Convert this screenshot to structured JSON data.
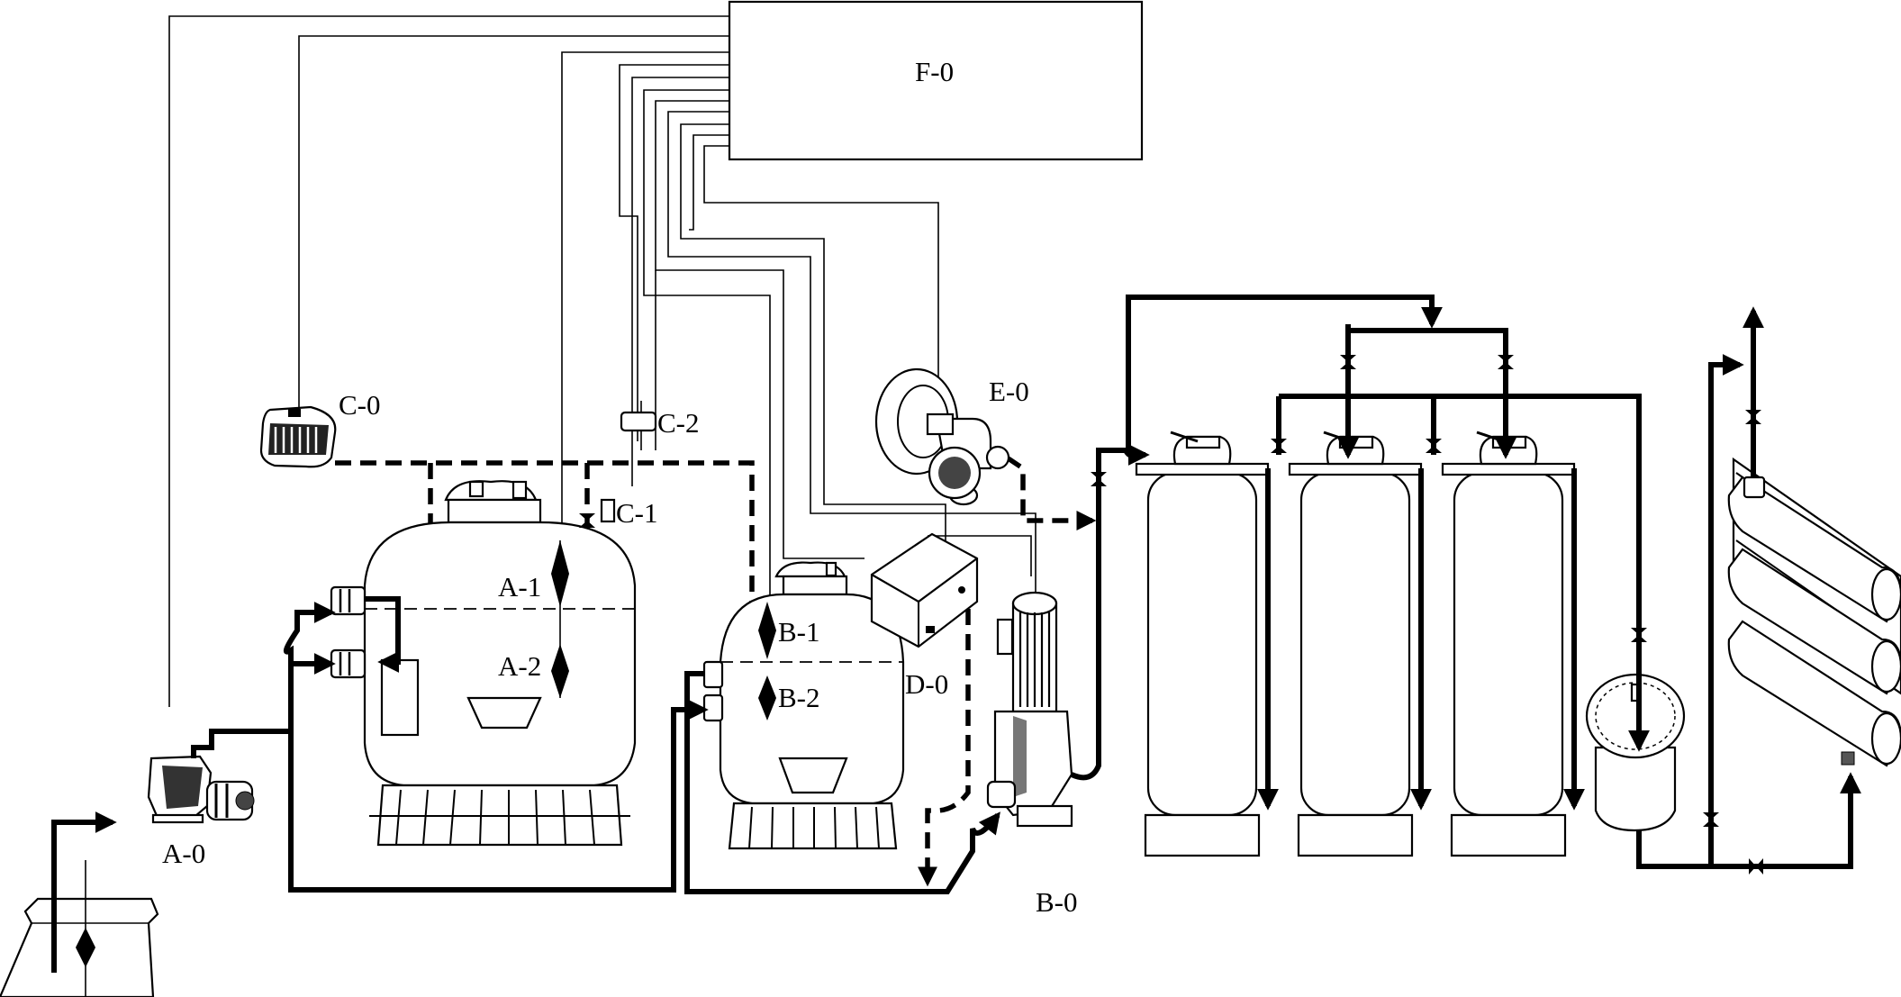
{
  "labels": {
    "controller": "F-0",
    "feed_pump": "A-0",
    "sensor_a1": "A-1",
    "sensor_a2": "A-2",
    "booster_pump": "B-0",
    "sensor_b1": "B-1",
    "sensor_b2": "B-2",
    "air_blower": "C-0",
    "valve_c1": "C-1",
    "valve_c2": "C-2",
    "generator": "D-0",
    "fan": "E-0"
  },
  "line_styles": {
    "water_flow": "thick solid",
    "air_flow": "thick dashed",
    "signal": "thin solid"
  }
}
